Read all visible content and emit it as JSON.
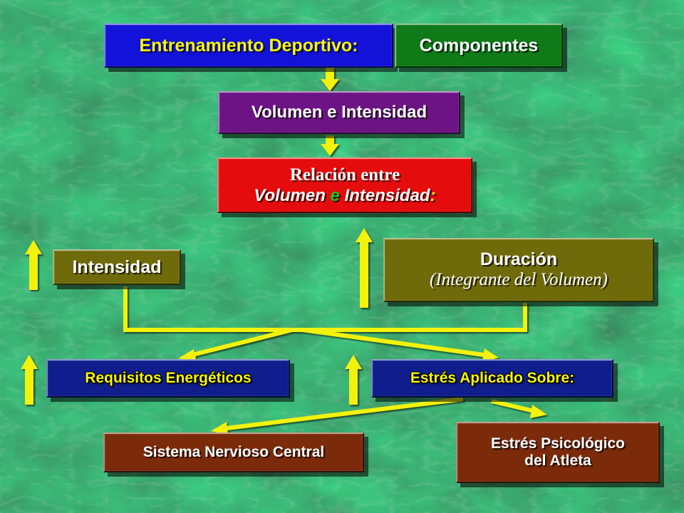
{
  "colors": {
    "background": "#1f4a32",
    "arrow": "#f2f20a",
    "blue": "#1212d8",
    "green": "#0f7a18",
    "purple": "#6d1485",
    "red": "#e40c0c",
    "olive": "#6f6b0b",
    "navy": "#0f1e8c",
    "brown": "#7b2a0a",
    "yellow_text": "#f6f60c",
    "green_text": "#1ec81e"
  },
  "nodes": {
    "title": "Entrenamiento Deportivo:",
    "componentes": "Componentes",
    "volumen_intensidad": "Volumen e Intensidad",
    "relacion": {
      "line1": "Relación entre",
      "line2_a": "Volumen ",
      "line2_b": "e",
      "line2_c": " Intensidad",
      "line2_d": ":"
    },
    "intensidad": "Intensidad",
    "duracion": {
      "line1": "Duración",
      "line2": "(Integrante del Volumen)"
    },
    "requisitos": "Requisitos Energéticos",
    "estres_aplicado": "Estrés Aplicado Sobre:",
    "sistema_nervioso": "Sistema Nervioso Central",
    "estres_psicologico": {
      "line1": "Estrés Psicológico",
      "line2": "del Atleta"
    }
  }
}
